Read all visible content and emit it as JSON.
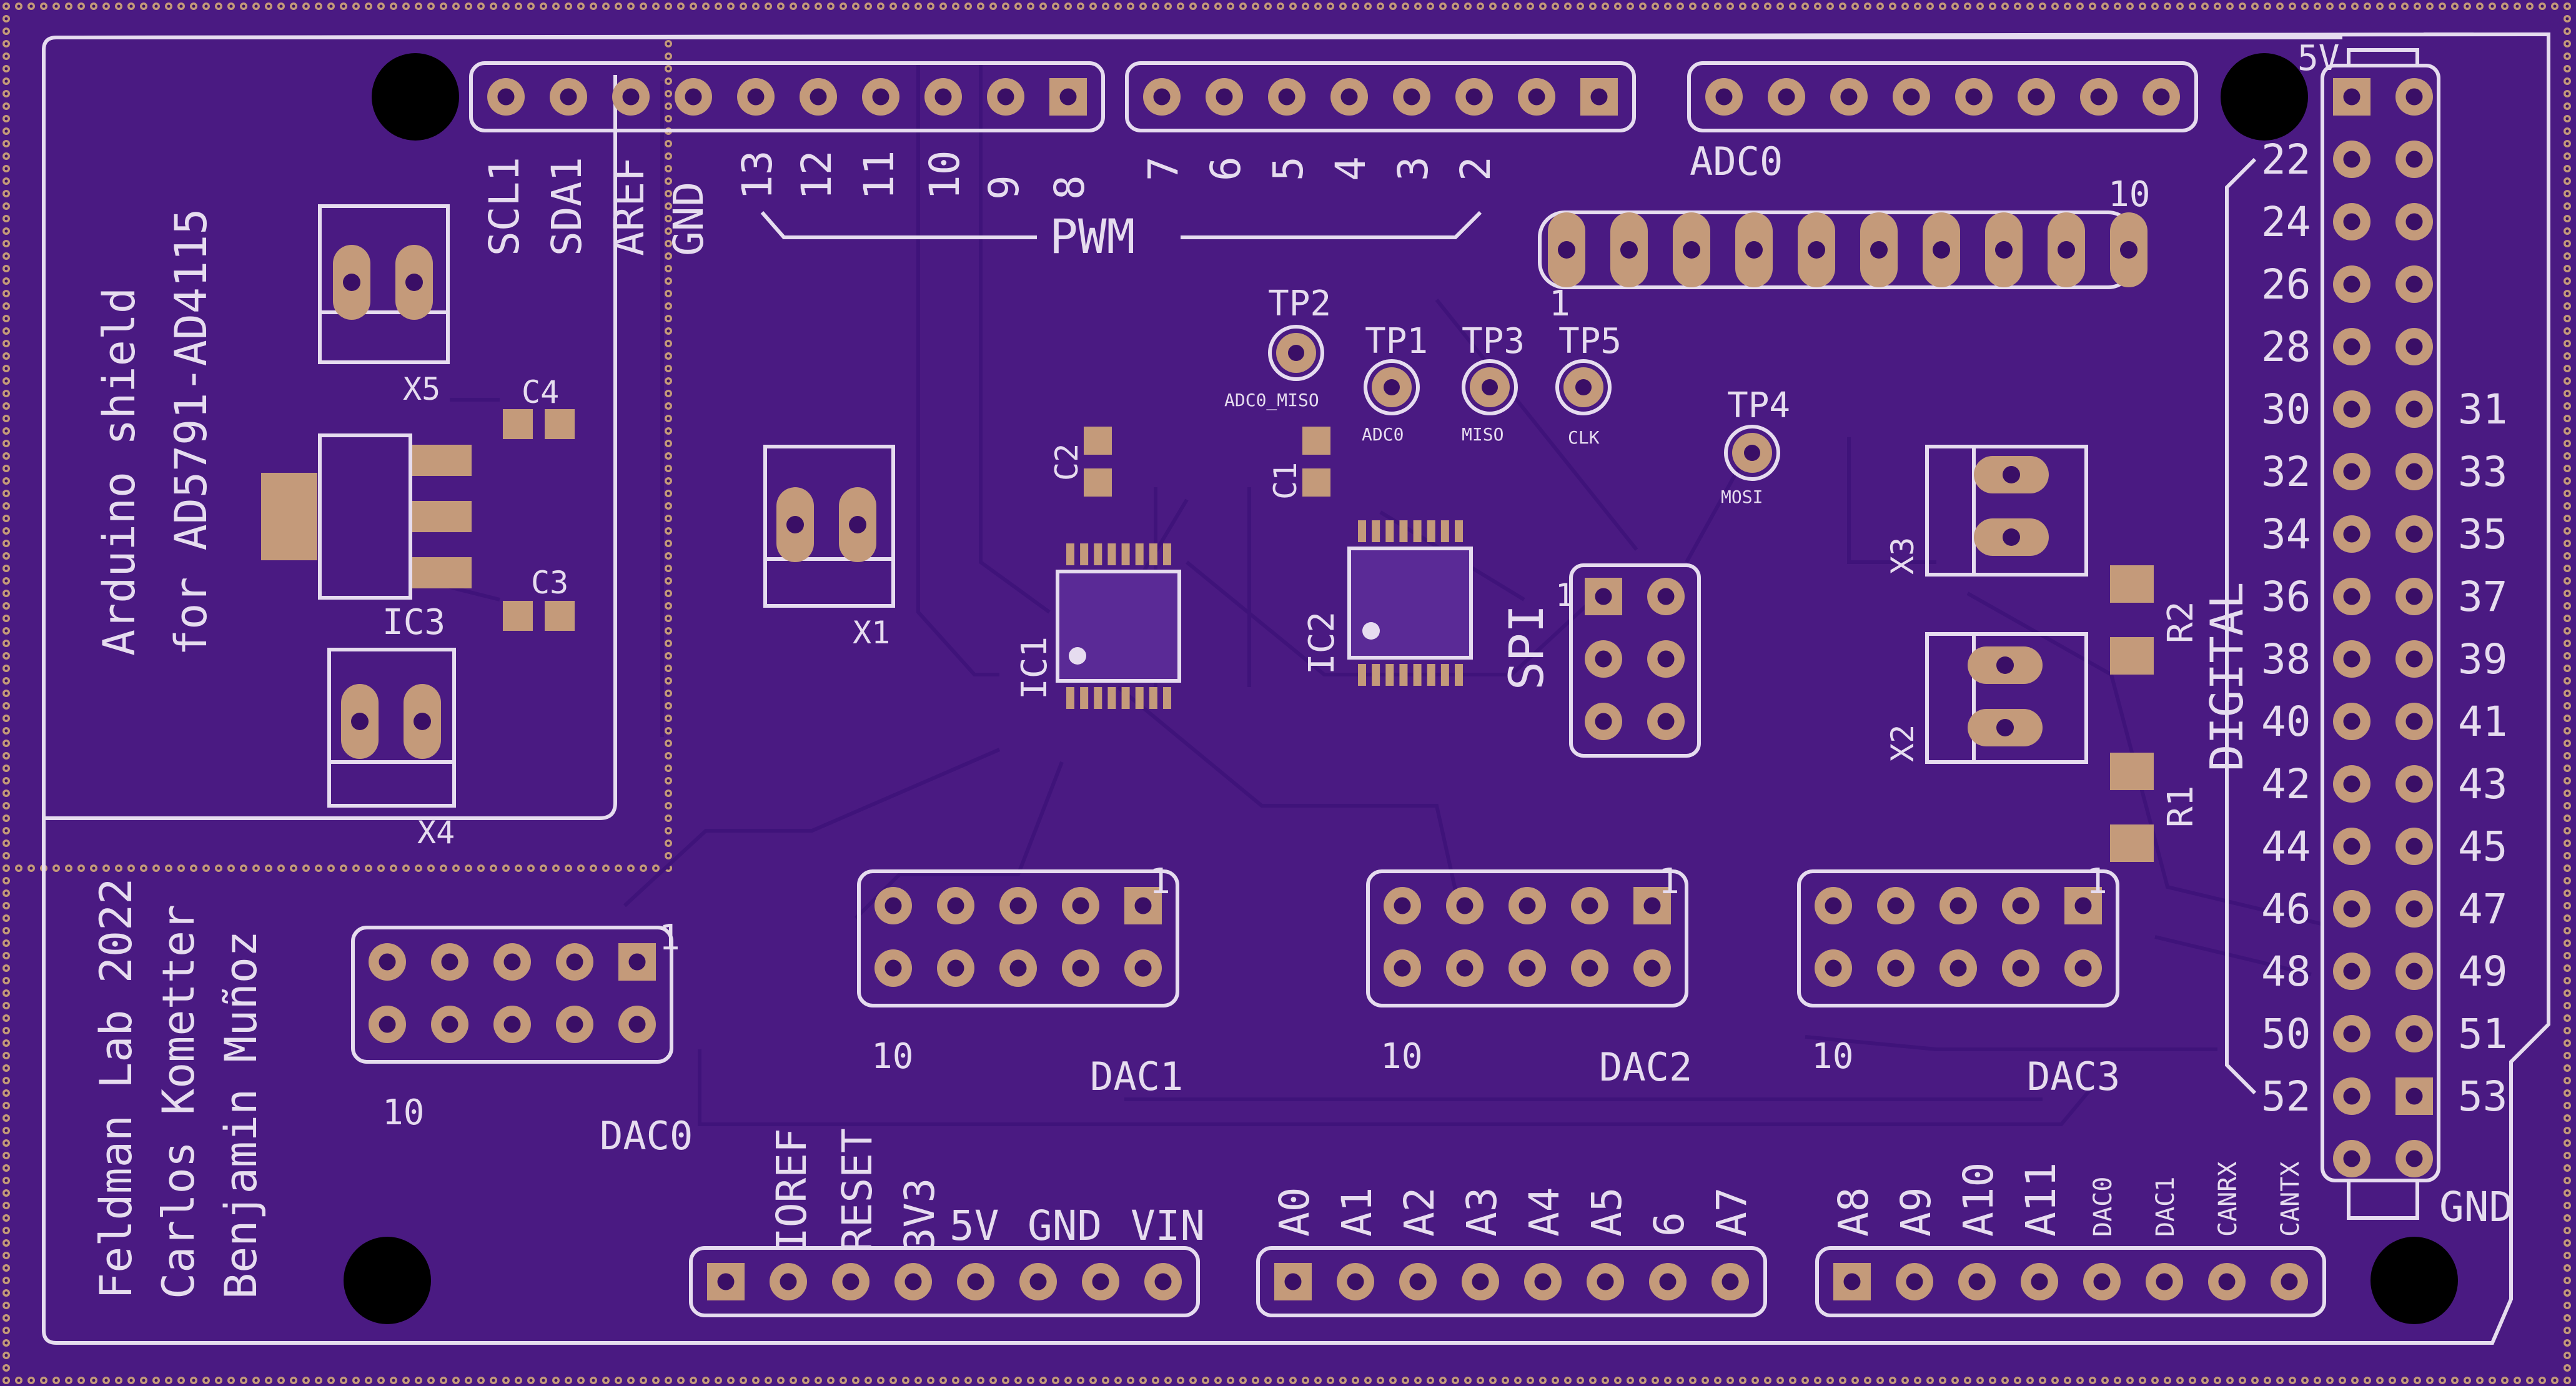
{
  "board": {
    "title_lines": [
      "Arduino shield",
      "for AD5791-AD4115"
    ],
    "credit_lines": [
      "Feldman Lab 2022",
      "Carlos Kometter",
      "Benjamin Muñoz"
    ],
    "colors": {
      "board": "#4a1a82",
      "board_dark": "#3a0f66",
      "silk": "#e6dcef",
      "pad": "#c49a7a",
      "pad_hole": "#3a0f66",
      "trace": "#3f137a",
      "chip": "#5a2a96",
      "hole": "#000000"
    }
  },
  "header_top": {
    "labels_left": [
      "SCL1",
      "SDA1",
      "AREF",
      "GND",
      "13",
      "12",
      "11",
      "10",
      "9",
      "8"
    ],
    "labels_right": [
      "7",
      "6",
      "5",
      "4",
      "3",
      "2"
    ],
    "pwm_label": "PWM",
    "adc0_label": "ADC0"
  },
  "adc_header": {
    "pin_first": "1",
    "pin_last": "10"
  },
  "test_points": [
    {
      "ref": "TP2",
      "net": "ADC0_MISO"
    },
    {
      "ref": "TP1",
      "net": "ADC0"
    },
    {
      "ref": "TP3",
      "net": "MISO"
    },
    {
      "ref": "TP5",
      "net": "CLK"
    },
    {
      "ref": "TP4",
      "net": "MOSI"
    }
  ],
  "components": {
    "caps": [
      "C1",
      "C2",
      "C3",
      "C4"
    ],
    "ics": [
      "IC1",
      "IC2",
      "IC3"
    ],
    "resistors": [
      "R1",
      "R2"
    ],
    "connectors": [
      "X1",
      "X2",
      "X3",
      "X4",
      "X5"
    ],
    "spi": "SPI",
    "spi_pin1": "1"
  },
  "dac_headers": [
    {
      "name": "DAC0",
      "pin_first": "1",
      "pin_last": "10"
    },
    {
      "name": "DAC1",
      "pin_first": "1",
      "pin_last": "10"
    },
    {
      "name": "DAC2",
      "pin_first": "1",
      "pin_last": "10"
    },
    {
      "name": "DAC3",
      "pin_first": "1",
      "pin_last": "10"
    }
  ],
  "power_header": [
    "IOREF",
    "RESET",
    "3V3",
    "5V",
    "GND",
    "VIN"
  ],
  "analog_header_1": [
    "A0",
    "A1",
    "A2",
    "A3",
    "A4",
    "A5",
    "6",
    "A7"
  ],
  "analog_header_2": [
    "A8",
    "A9",
    "A10",
    "A11",
    "DAC0",
    "DAC1",
    "CANRX",
    "CANTX"
  ],
  "digital": {
    "label": "DIGITAL",
    "top_label": "5V",
    "bottom_label": "GND",
    "left_labels": [
      "22",
      "24",
      "26",
      "28",
      "30",
      "32",
      "34",
      "36",
      "38",
      "40",
      "42",
      "44",
      "46",
      "48",
      "50",
      "52"
    ],
    "right_labels": [
      "31",
      "33",
      "35",
      "37",
      "39",
      "41",
      "43",
      "45",
      "47",
      "49",
      "51",
      "53"
    ]
  }
}
